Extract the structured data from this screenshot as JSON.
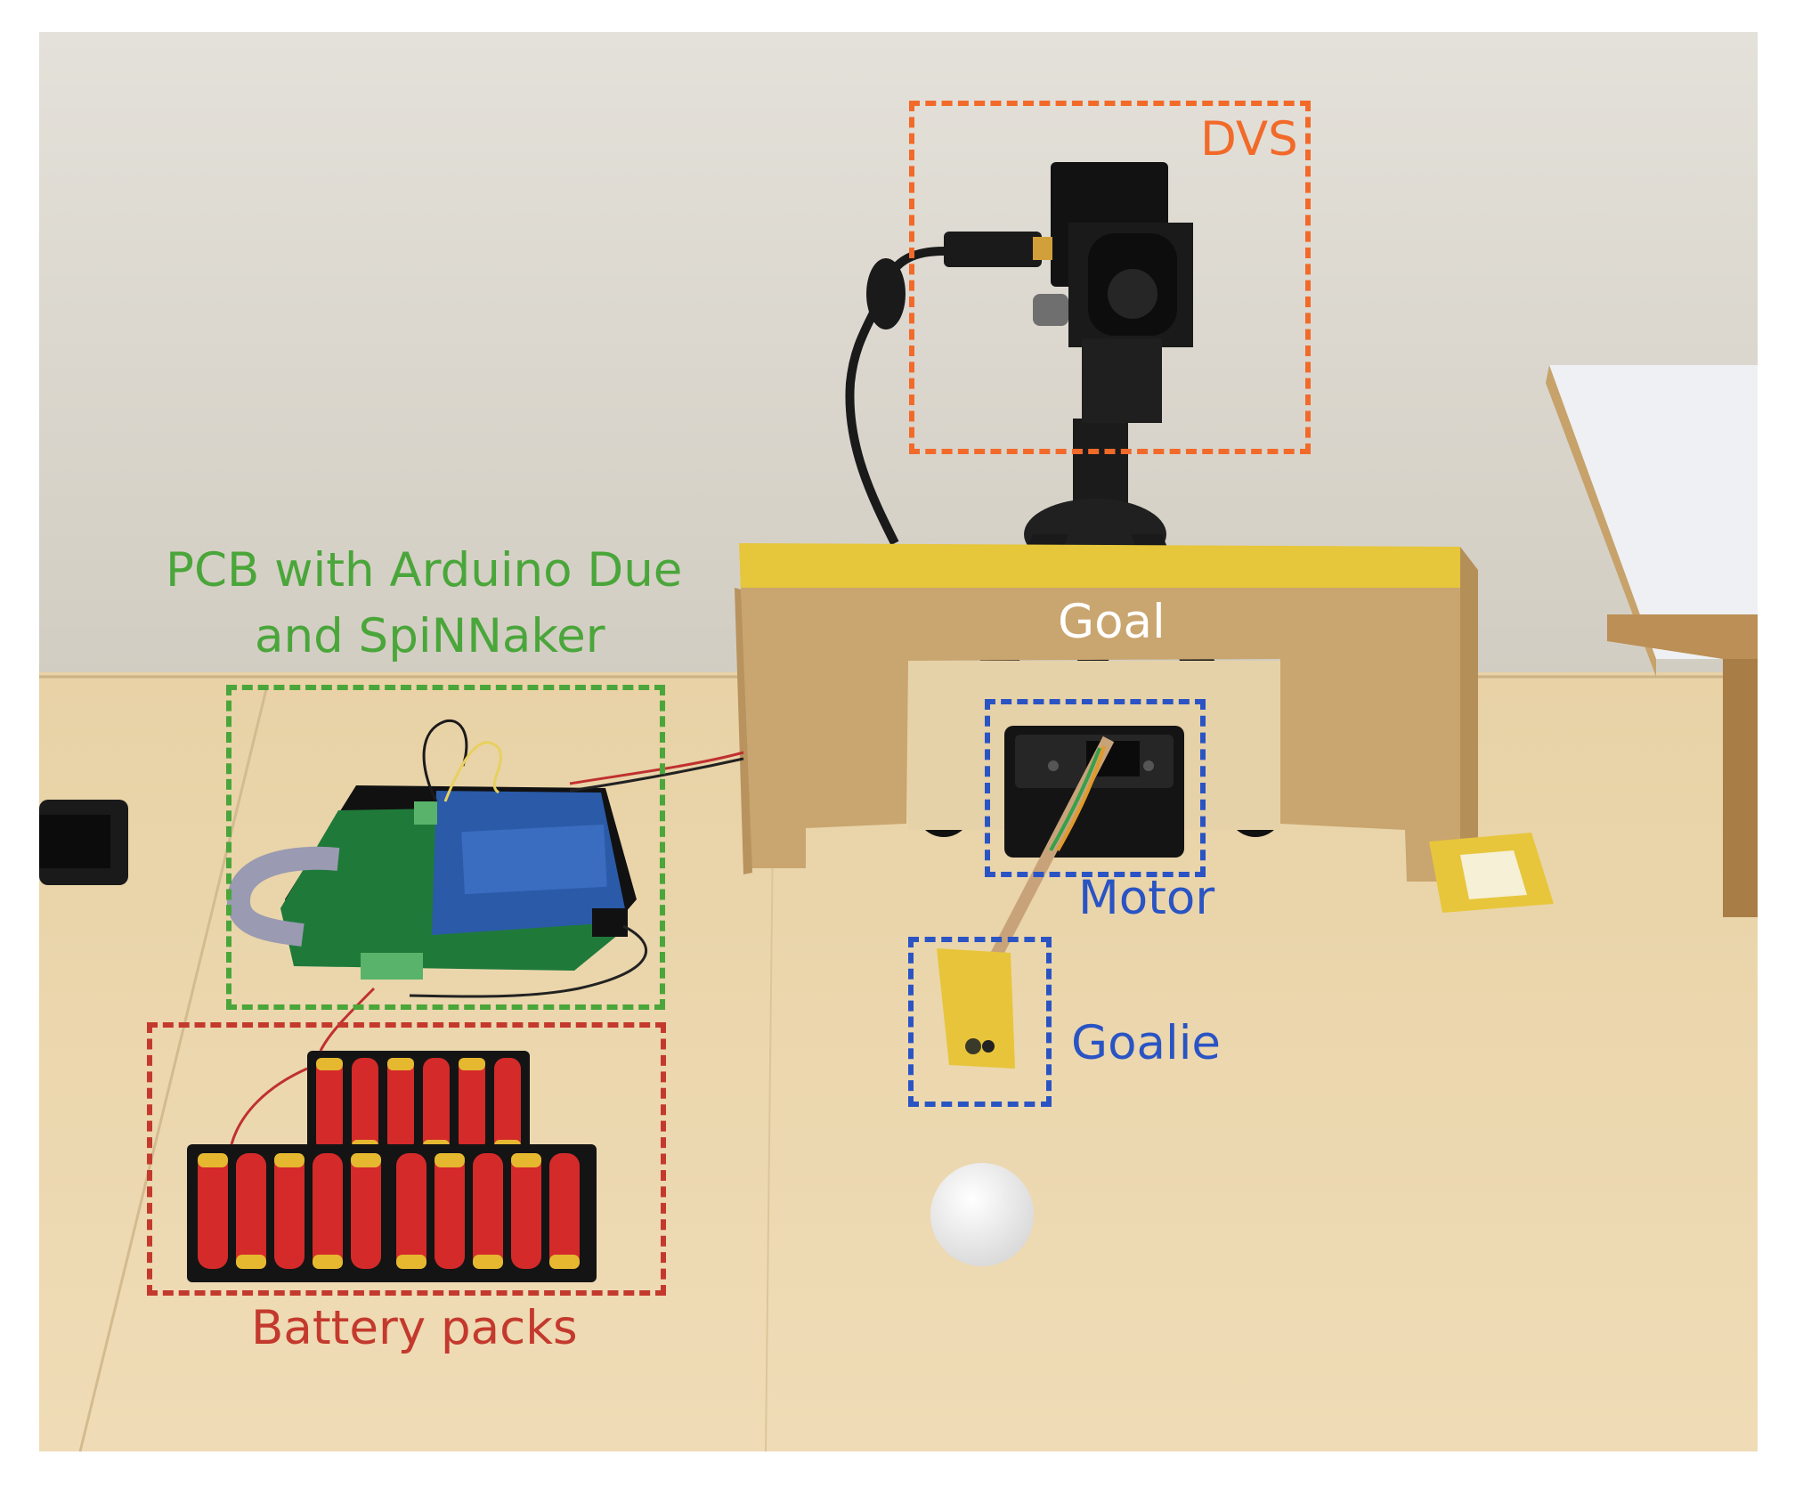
{
  "labels": {
    "dvs": "DVS",
    "pcb_line1": "PCB with Arduino Due",
    "pcb_line2": "and SpiNNaker",
    "goal": "Goal",
    "motor": "Motor",
    "goalie": "Goalie",
    "battery": "Battery packs"
  },
  "colors": {
    "dvs": "#f26a2a",
    "pcb": "#4aa63a",
    "goal": "#ffffff",
    "motor": "#2a54c4",
    "goalie": "#2a54c4",
    "battery": "#c4392d",
    "wall": "#dcd8cf",
    "table": "#e9d3a7",
    "cardboard": "#c9a56f",
    "board": "#1f7a3a",
    "arduino": "#2a5aa8",
    "battery_red": "#d42a2a",
    "ball": "#f4f4f4"
  },
  "icons": {
    "camera": "dvs-camera-icon",
    "tripod": "tripod-icon",
    "ball": "ball-icon"
  }
}
